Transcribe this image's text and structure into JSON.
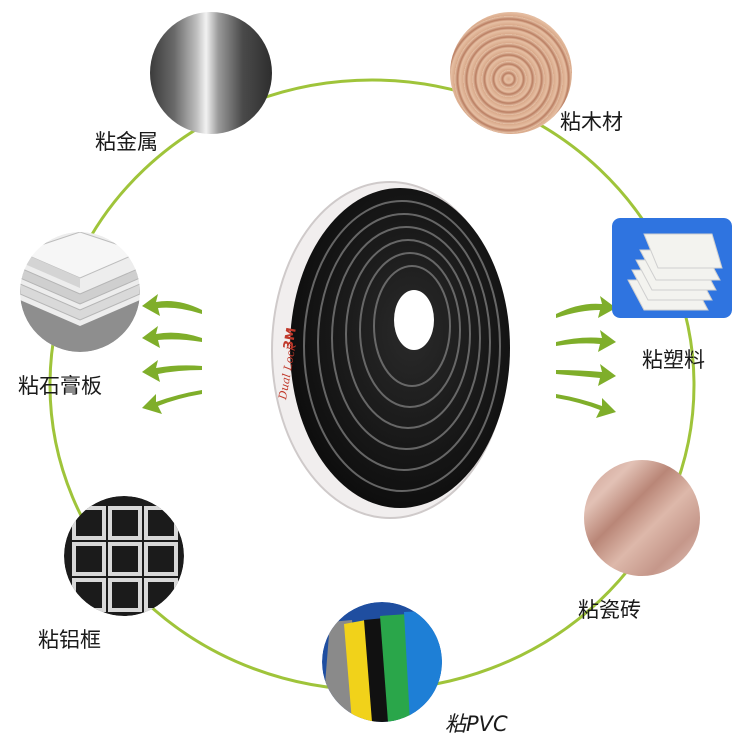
{
  "items": [
    {
      "key": "metal",
      "label": "粘金属"
    },
    {
      "key": "wood",
      "label": "粘木材"
    },
    {
      "key": "plastic",
      "label": "粘塑料"
    },
    {
      "key": "tile",
      "label": "粘瓷砖"
    },
    {
      "key": "pvc",
      "label": "粘PVC"
    },
    {
      "key": "aluminum",
      "label": "粘铝框"
    },
    {
      "key": "gypsum",
      "label": "粘石膏板"
    }
  ],
  "product": {
    "brand": "3M",
    "name": "Dual Lock"
  },
  "colors": {
    "ring": "#9fc43a",
    "arrow": "#7fae2a"
  }
}
